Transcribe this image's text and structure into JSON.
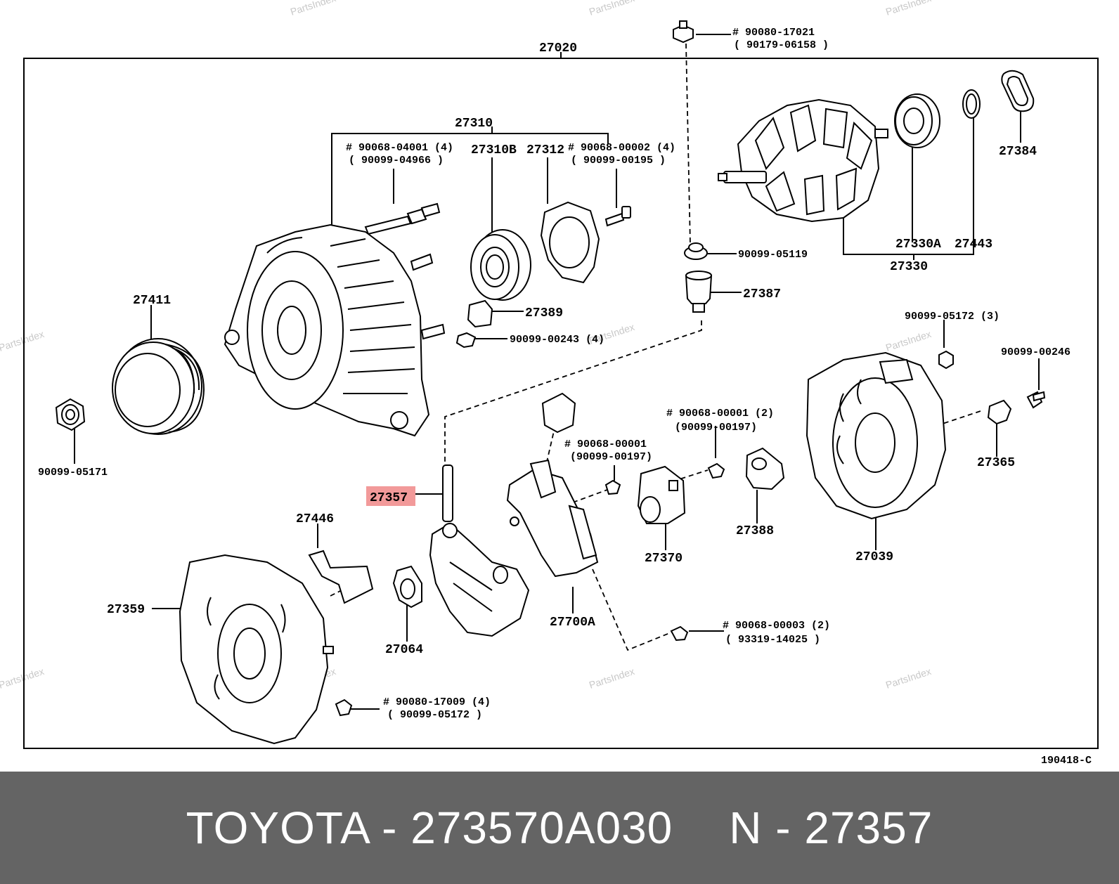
{
  "watermark": "PartsIndex",
  "diagram_code": "190418-C",
  "highlight_color": "#f29a9a",
  "labels": {
    "l27020": "27020",
    "l27310": "27310",
    "l27310b": "27310B",
    "l27312": "27312",
    "l90068_04001": "# 90068-04001 (4)",
    "l90099_04966": "( 90099-04966 )",
    "l90068_00002": "# 90068-00002 (4)",
    "l90099_00195": "( 90099-00195 )",
    "l90080_17021": "# 90080-17021",
    "l90179_06158": "( 90179-06158 )",
    "l27384": "27384",
    "l27330a": "27330A",
    "l27443": "27443",
    "l27330": "27330",
    "l90099_05119": "90099-05119",
    "l27387": "27387",
    "l27411": "27411",
    "l27389": "27389",
    "l90099_00243": "90099-00243 (4)",
    "l90099_05172_3": "90099-05172 (3)",
    "l90099_00246": "90099-00246",
    "l90068_00001_2": "# 90068-00001 (2)",
    "l90099_00197_a": "(90099-00197)",
    "l90068_00001": "# 90068-00001",
    "l90099_00197_b": "(90099-00197)",
    "l90099_05171": "90099-05171",
    "l27357": "27357",
    "l27446": "27446",
    "l27365": "27365",
    "l27388": "27388",
    "l27370": "27370",
    "l27039": "27039",
    "l27359": "27359",
    "l27700a": "27700A",
    "l27064": "27064",
    "l90068_00003": "# 90068-00003 (2)",
    "l93319_14025": "( 93319-14025 )",
    "l90080_17009": "# 90080-17009 (4)",
    "l90099_05172": "( 90099-05172 )"
  },
  "footer": {
    "brand_part": "TOYOTA - 273570A030",
    "ref": "N - 27357"
  }
}
